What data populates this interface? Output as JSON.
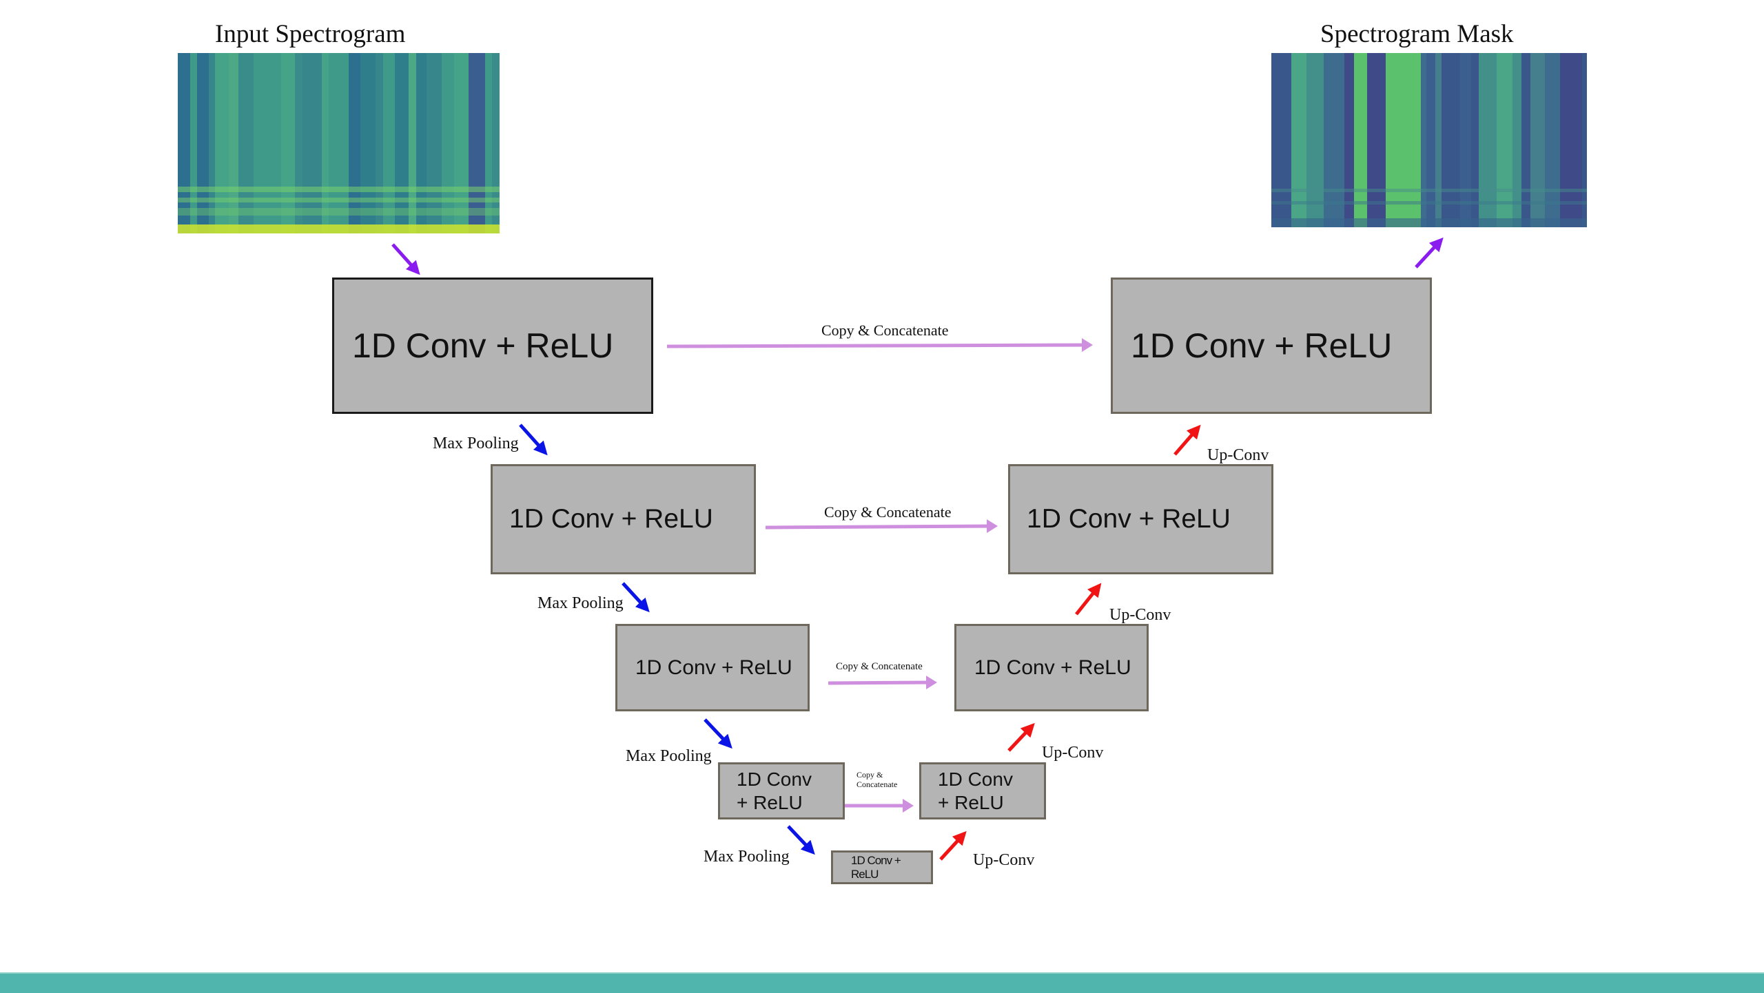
{
  "input": {
    "title": "Input Spectrogram"
  },
  "output": {
    "title": "Spectrogram Mask"
  },
  "encoder": {
    "blocks": [
      {
        "label": "1D Conv + ReLU"
      },
      {
        "label": "1D Conv + ReLU"
      },
      {
        "label": "1D Conv + ReLU"
      },
      {
        "label_line1": "1D Conv",
        "label_line2": "+ ReLU"
      }
    ],
    "pool_label": "Max Pooling"
  },
  "bottleneck": {
    "label_line1": "1D Conv +",
    "label_line2": "ReLU"
  },
  "decoder": {
    "blocks": [
      {
        "label": "1D Conv + ReLU"
      },
      {
        "label": "1D Conv + ReLU"
      },
      {
        "label": "1D Conv + ReLU"
      },
      {
        "label_line1": "1D Conv",
        "label_line2": "+ ReLU"
      }
    ],
    "upconv_label": "Up-Conv"
  },
  "skip": {
    "label": "Copy & Concatenate",
    "label_line1": "Copy &",
    "label_line2": "Concatenate"
  },
  "colors": {
    "io_arrow": "#8b1cf0",
    "pool_arrow": "#0a14e6",
    "upconv_arrow": "#f01414",
    "skip_arrow": "#cf8fdf",
    "block_fill": "#b4b4b4",
    "footer": "#4fb5ad"
  }
}
